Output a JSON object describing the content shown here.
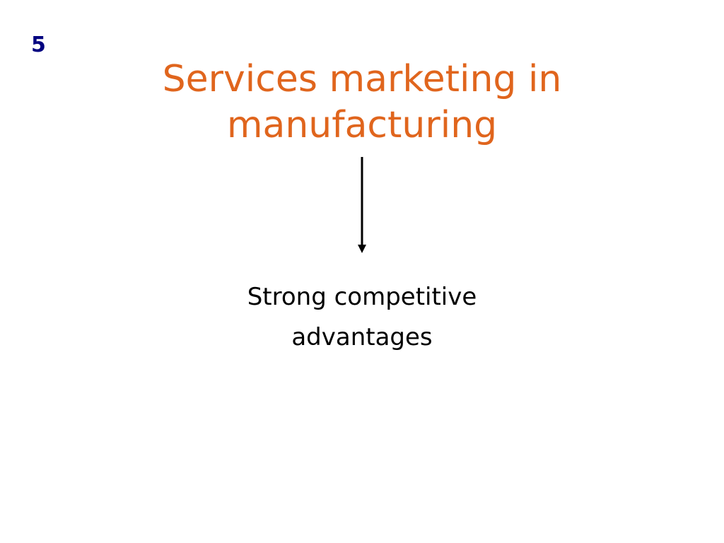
{
  "slide": {
    "number": "5",
    "title_lines": [
      "Services marketing in",
      "manufacturing"
    ],
    "result_lines": [
      "Strong competitive",
      "advantages"
    ]
  },
  "colors": {
    "number": "#000080",
    "title": "#e0651d",
    "text": "#000000",
    "arrow": "#000000",
    "background": "#ffffff"
  },
  "icons": {
    "connector": "arrow-down-icon"
  }
}
